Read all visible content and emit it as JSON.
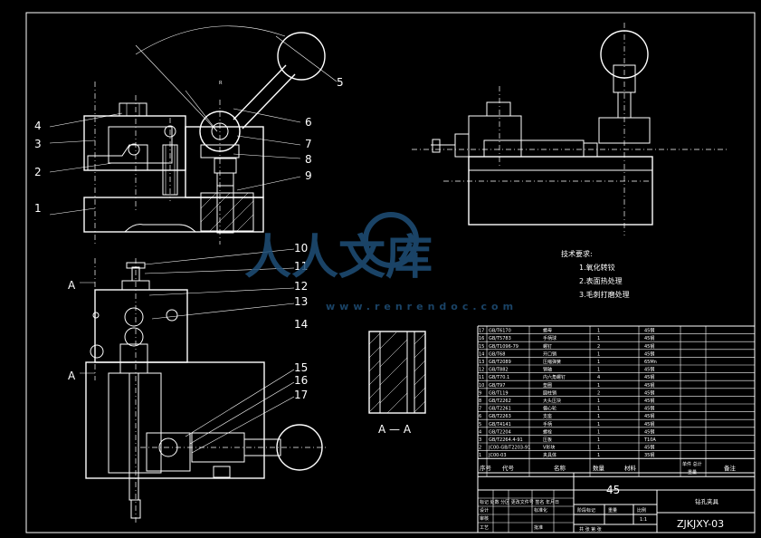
{
  "part_labels": [
    "1",
    "2",
    "3",
    "4",
    "5",
    "6",
    "7",
    "8",
    "9",
    "10",
    "11",
    "12",
    "13",
    "14",
    "15",
    "16",
    "17"
  ],
  "section_mark": "A",
  "section_title": "A — A",
  "tech_requirements": {
    "title": "技术要求:",
    "items": [
      "1.氧化转铰",
      "2.表面热处理",
      "3.毛刺打磨处理"
    ]
  },
  "bom_rows": [
    {
      "no": "17",
      "code": "GB/T6170",
      "name": "螺母",
      "qty": "1",
      "mat": "45钢"
    },
    {
      "no": "16",
      "code": "GB/T5783",
      "name": "手柄球",
      "qty": "1",
      "mat": "45钢"
    },
    {
      "no": "15",
      "code": "GB/T1096-79",
      "name": "螺钉",
      "qty": "2",
      "mat": "45钢"
    },
    {
      "no": "14",
      "code": "GB/T68",
      "name": "开口销",
      "qty": "1",
      "mat": "45钢"
    },
    {
      "no": "13",
      "code": "GB/T2089",
      "name": "压缩弹簧",
      "qty": "1",
      "mat": "65Mn"
    },
    {
      "no": "12",
      "code": "GB/T882",
      "name": "销轴",
      "qty": "1",
      "mat": "45钢"
    },
    {
      "no": "11",
      "code": "GB/T70.1",
      "name": "内六角螺钉",
      "qty": "4",
      "mat": "45钢"
    },
    {
      "no": "10",
      "code": "GB/T97",
      "name": "垫圈",
      "qty": "1",
      "mat": "45钢"
    },
    {
      "no": "9",
      "code": "GB/T119",
      "name": "圆柱销",
      "qty": "2",
      "mat": "45钢"
    },
    {
      "no": "8",
      "code": "GB/T2262",
      "name": "大头压块",
      "qty": "1",
      "mat": "45钢"
    },
    {
      "no": "7",
      "code": "GB/T2261",
      "name": "偏心轮",
      "qty": "1",
      "mat": "45钢"
    },
    {
      "no": "6",
      "code": "GB/T2263",
      "name": "支座",
      "qty": "1",
      "mat": "45钢"
    },
    {
      "no": "5",
      "code": "GB/T4141",
      "name": "手柄",
      "qty": "1",
      "mat": "45钢"
    },
    {
      "no": "4",
      "code": "GB/T2204",
      "name": "螺栓",
      "qty": "1",
      "mat": "45钢"
    },
    {
      "no": "3",
      "code": "GB/T2264.4-91",
      "name": "压板",
      "qty": "1",
      "mat": "T10A"
    },
    {
      "no": "2",
      "code": "JC00-GB/T2203-91",
      "name": "V形块",
      "qty": "1",
      "mat": "45钢"
    },
    {
      "no": "1",
      "code": "JC00-03",
      "name": "夹具体",
      "qty": "1",
      "mat": "35钢"
    }
  ],
  "bom_header": {
    "no": "序号",
    "code": "代号",
    "name": "名称",
    "qty": "数量",
    "mat": "材料",
    "weight": "单件 总计",
    "weight_sub": "重量",
    "note": "备注"
  },
  "title_block": {
    "material": "45",
    "name": "钻孔夹具",
    "drawing_no": "ZJKJXY-03",
    "scale_label": "比例",
    "scale": "1:1",
    "stage_label": "阶段标记",
    "weight_label": "重量",
    "designer": "设计",
    "reviewer": "审核",
    "process": "工艺",
    "approve": "批准",
    "sheets": "共 张  第 张",
    "marks": "标记 处数 分区 更改文件号 签名 年月日",
    "standard": "标准化"
  },
  "watermark": {
    "brand": "人人文库",
    "url": "www.renrendoc.com"
  }
}
